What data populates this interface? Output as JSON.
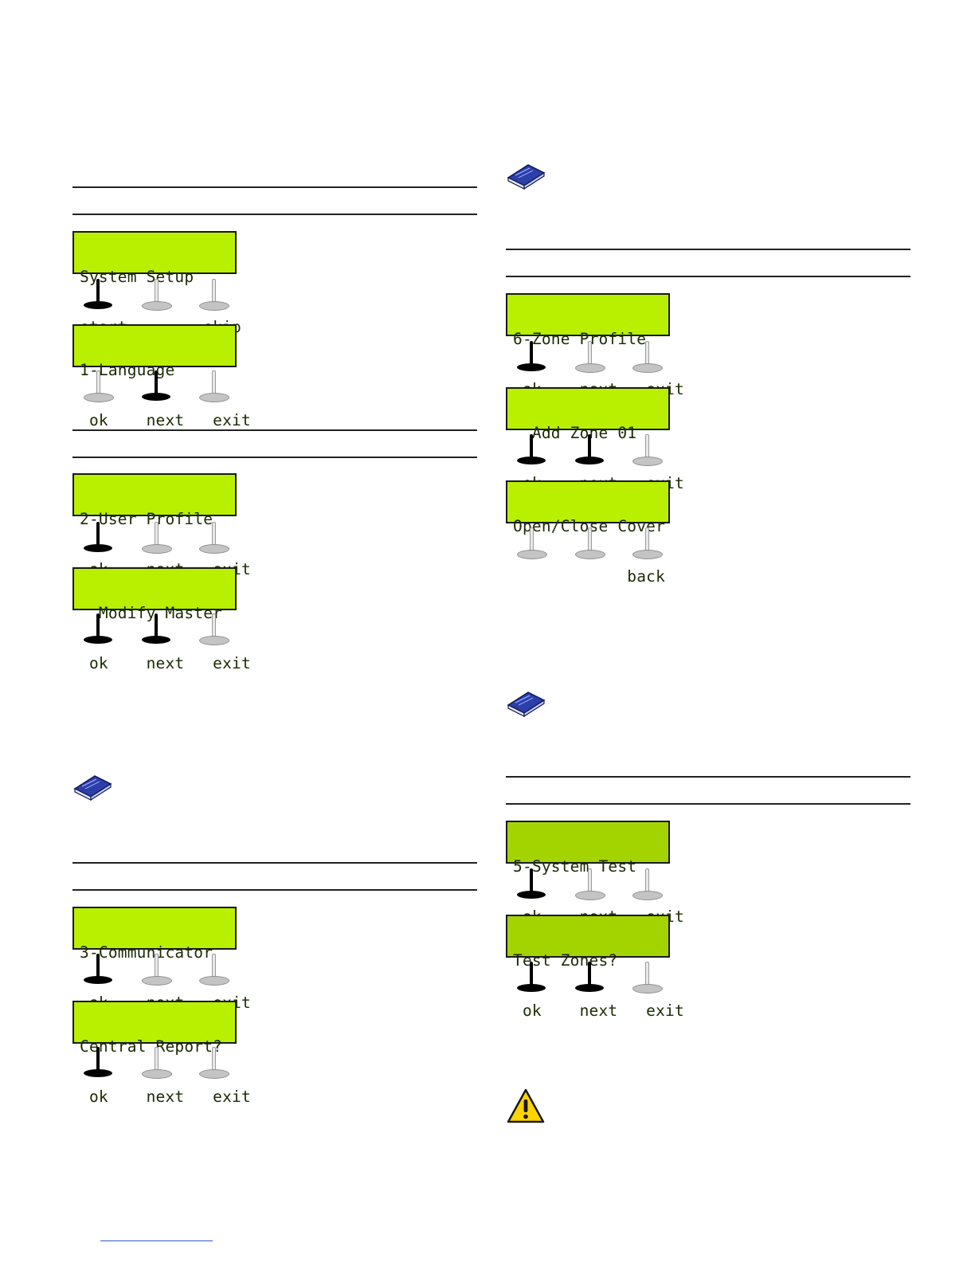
{
  "colors": {
    "lcd_background": "#b8f000",
    "lcd_text": "#1a2a00",
    "key_pressed": "#000000",
    "key_idle": "#c4c4c4",
    "book_icon": "#2c3ea8",
    "warning_icon": "#ffd400"
  },
  "icons": {
    "note": "book-icon",
    "caution": "warning-icon"
  },
  "left": {
    "system_setup": {
      "line1": "System Setup",
      "line2": "start        skip",
      "keys": [
        "pressed",
        "idle",
        "idle"
      ]
    },
    "language": {
      "line1": "1-Language",
      "line2": " ok    next   exit",
      "keys": [
        "idle",
        "pressed",
        "idle"
      ]
    },
    "user_profile": {
      "line1": "2-User Profile",
      "line2": " ok    next   exit",
      "keys": [
        "pressed",
        "idle",
        "idle"
      ]
    },
    "modify_master": {
      "line1": "  Modify Master",
      "line2": " ok    next   exit",
      "keys": [
        "pressed",
        "pressed",
        "idle"
      ]
    },
    "communicator": {
      "line1": "3-Communicator",
      "line2": " ok    next   exit",
      "keys": [
        "pressed",
        "idle",
        "idle"
      ]
    },
    "central_report": {
      "line1": "Central Report?",
      "line2": " ok    next   exit",
      "keys": [
        "pressed",
        "idle",
        "idle"
      ]
    }
  },
  "right": {
    "zone_profile": {
      "line1": "6-Zone Profile",
      "line2": " ok    next   exit",
      "keys": [
        "pressed",
        "idle",
        "idle"
      ]
    },
    "add_zone": {
      "line1": "  Add Zone 01",
      "line2": " ok    next   exit",
      "keys": [
        "pressed",
        "pressed",
        "idle"
      ]
    },
    "open_close_cover": {
      "line1": "Open/Close Cover",
      "line2": "            back",
      "keys": [
        "idle",
        "idle",
        "idle"
      ]
    },
    "system_test": {
      "line1": "5-System Test",
      "line2": " ok    next   exit",
      "keys": [
        "pressed",
        "idle",
        "idle"
      ]
    },
    "test_zones": {
      "line1": "Test Zones?",
      "line2": " ok    next   exit",
      "keys": [
        "pressed",
        "pressed",
        "idle"
      ]
    }
  }
}
